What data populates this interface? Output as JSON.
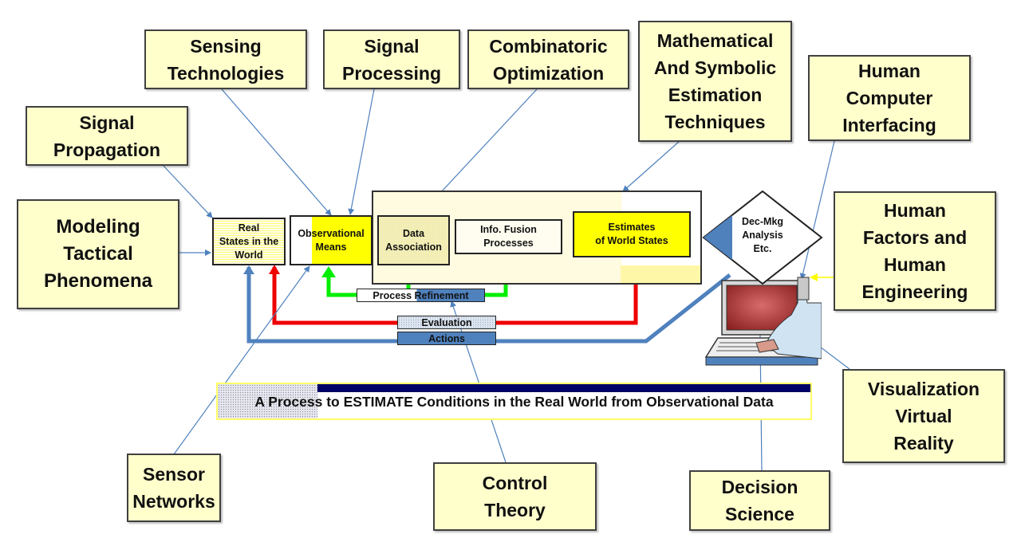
{
  "diagram": {
    "title": "A Process to ESTIMATE Conditions in the Real World from Observational Data",
    "colors": {
      "discipline_fill": "#ffffcc",
      "highlight_yellow": "#ffff00",
      "feedback_green": "#00ee00",
      "evaluation_red": "#ee0000",
      "actions_blue": "#4f81bd",
      "banner_navy": "#000066",
      "connector_blue": "#4f81bd"
    },
    "disciplines": {
      "modeling": "Modeling\nTactical\nPhenomena",
      "signal_propagation": "Signal\nPropagation",
      "sensing_technologies": "Sensing\nTechnologies",
      "signal_processing": "Signal\nProcessing",
      "combinatoric_optimization": "Combinatoric\nOptimization",
      "math_symbolic": "Mathematical\nAnd Symbolic\nEstimation\nTechniques",
      "hci": "Human\nComputer\nInterfacing",
      "human_factors": "Human\nFactors and\nHuman\nEngineering",
      "visualization": "Visualization\nVirtual\nReality",
      "sensor_networks": "Sensor\nNetworks",
      "control_theory": "Control\nTheory",
      "decision_science": "Decision\nScience"
    },
    "process": {
      "real_states": "Real\nStates in the\nWorld",
      "observational_means": "Observational\nMeans",
      "data_association": "Data\nAssociation",
      "info_fusion": "Info. Fusion\nProcesses",
      "estimates": "Estimates\nof World States",
      "decision": "Dec-Mkg\nAnalysis\nEtc."
    },
    "loops": {
      "process_refinement": "Process Refinement",
      "evaluation": "Evaluation",
      "actions": "Actions"
    }
  }
}
